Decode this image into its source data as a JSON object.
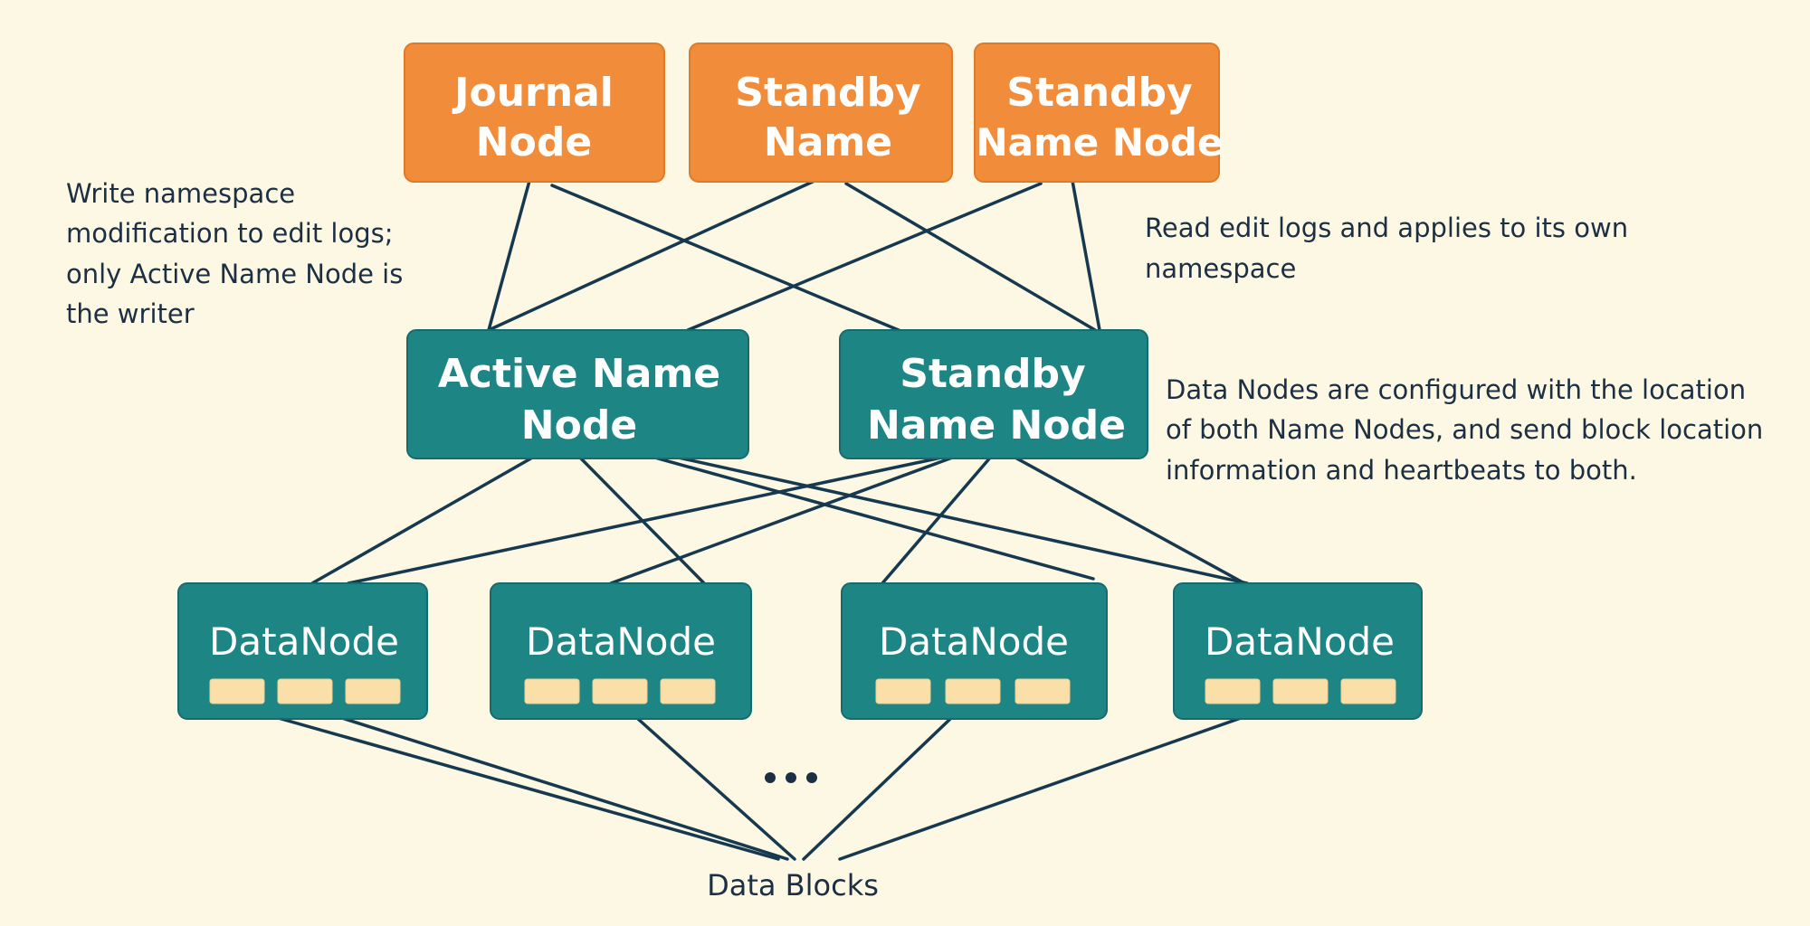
{
  "top_nodes": [
    {
      "lines": [
        "Journal",
        "Node"
      ]
    },
    {
      "lines": [
        "Standby",
        "Name"
      ]
    },
    {
      "lines": [
        "Standby",
        "Name Node"
      ]
    }
  ],
  "middle_nodes": [
    {
      "lines": [
        "Active Name",
        "Node"
      ]
    },
    {
      "lines": [
        "Standby",
        "Name Node"
      ]
    }
  ],
  "data_nodes": [
    {
      "label": "DataNode"
    },
    {
      "label": "DataNode"
    },
    {
      "label": "DataNode"
    },
    {
      "label": "DataNode"
    }
  ],
  "annotations": {
    "left": [
      "Write namespace",
      "modification to edit logs;",
      "only Active Name Node is",
      "the writer"
    ],
    "right_top": [
      "Read edit logs and applies to its own",
      "namespace"
    ],
    "right_middle": [
      "Data Nodes are configured with the location",
      "of both Name Nodes, and send block location",
      "information and heartbeats to both."
    ]
  },
  "ellipsis": "…",
  "data_blocks_label": "Data Blocks",
  "colors": {
    "background": "#fcf8e3",
    "orange_node": "#f08c3a",
    "teal_node": "#1e8585",
    "block": "#fae0a8",
    "line": "#16394f",
    "text_dark": "#1c2f43"
  }
}
